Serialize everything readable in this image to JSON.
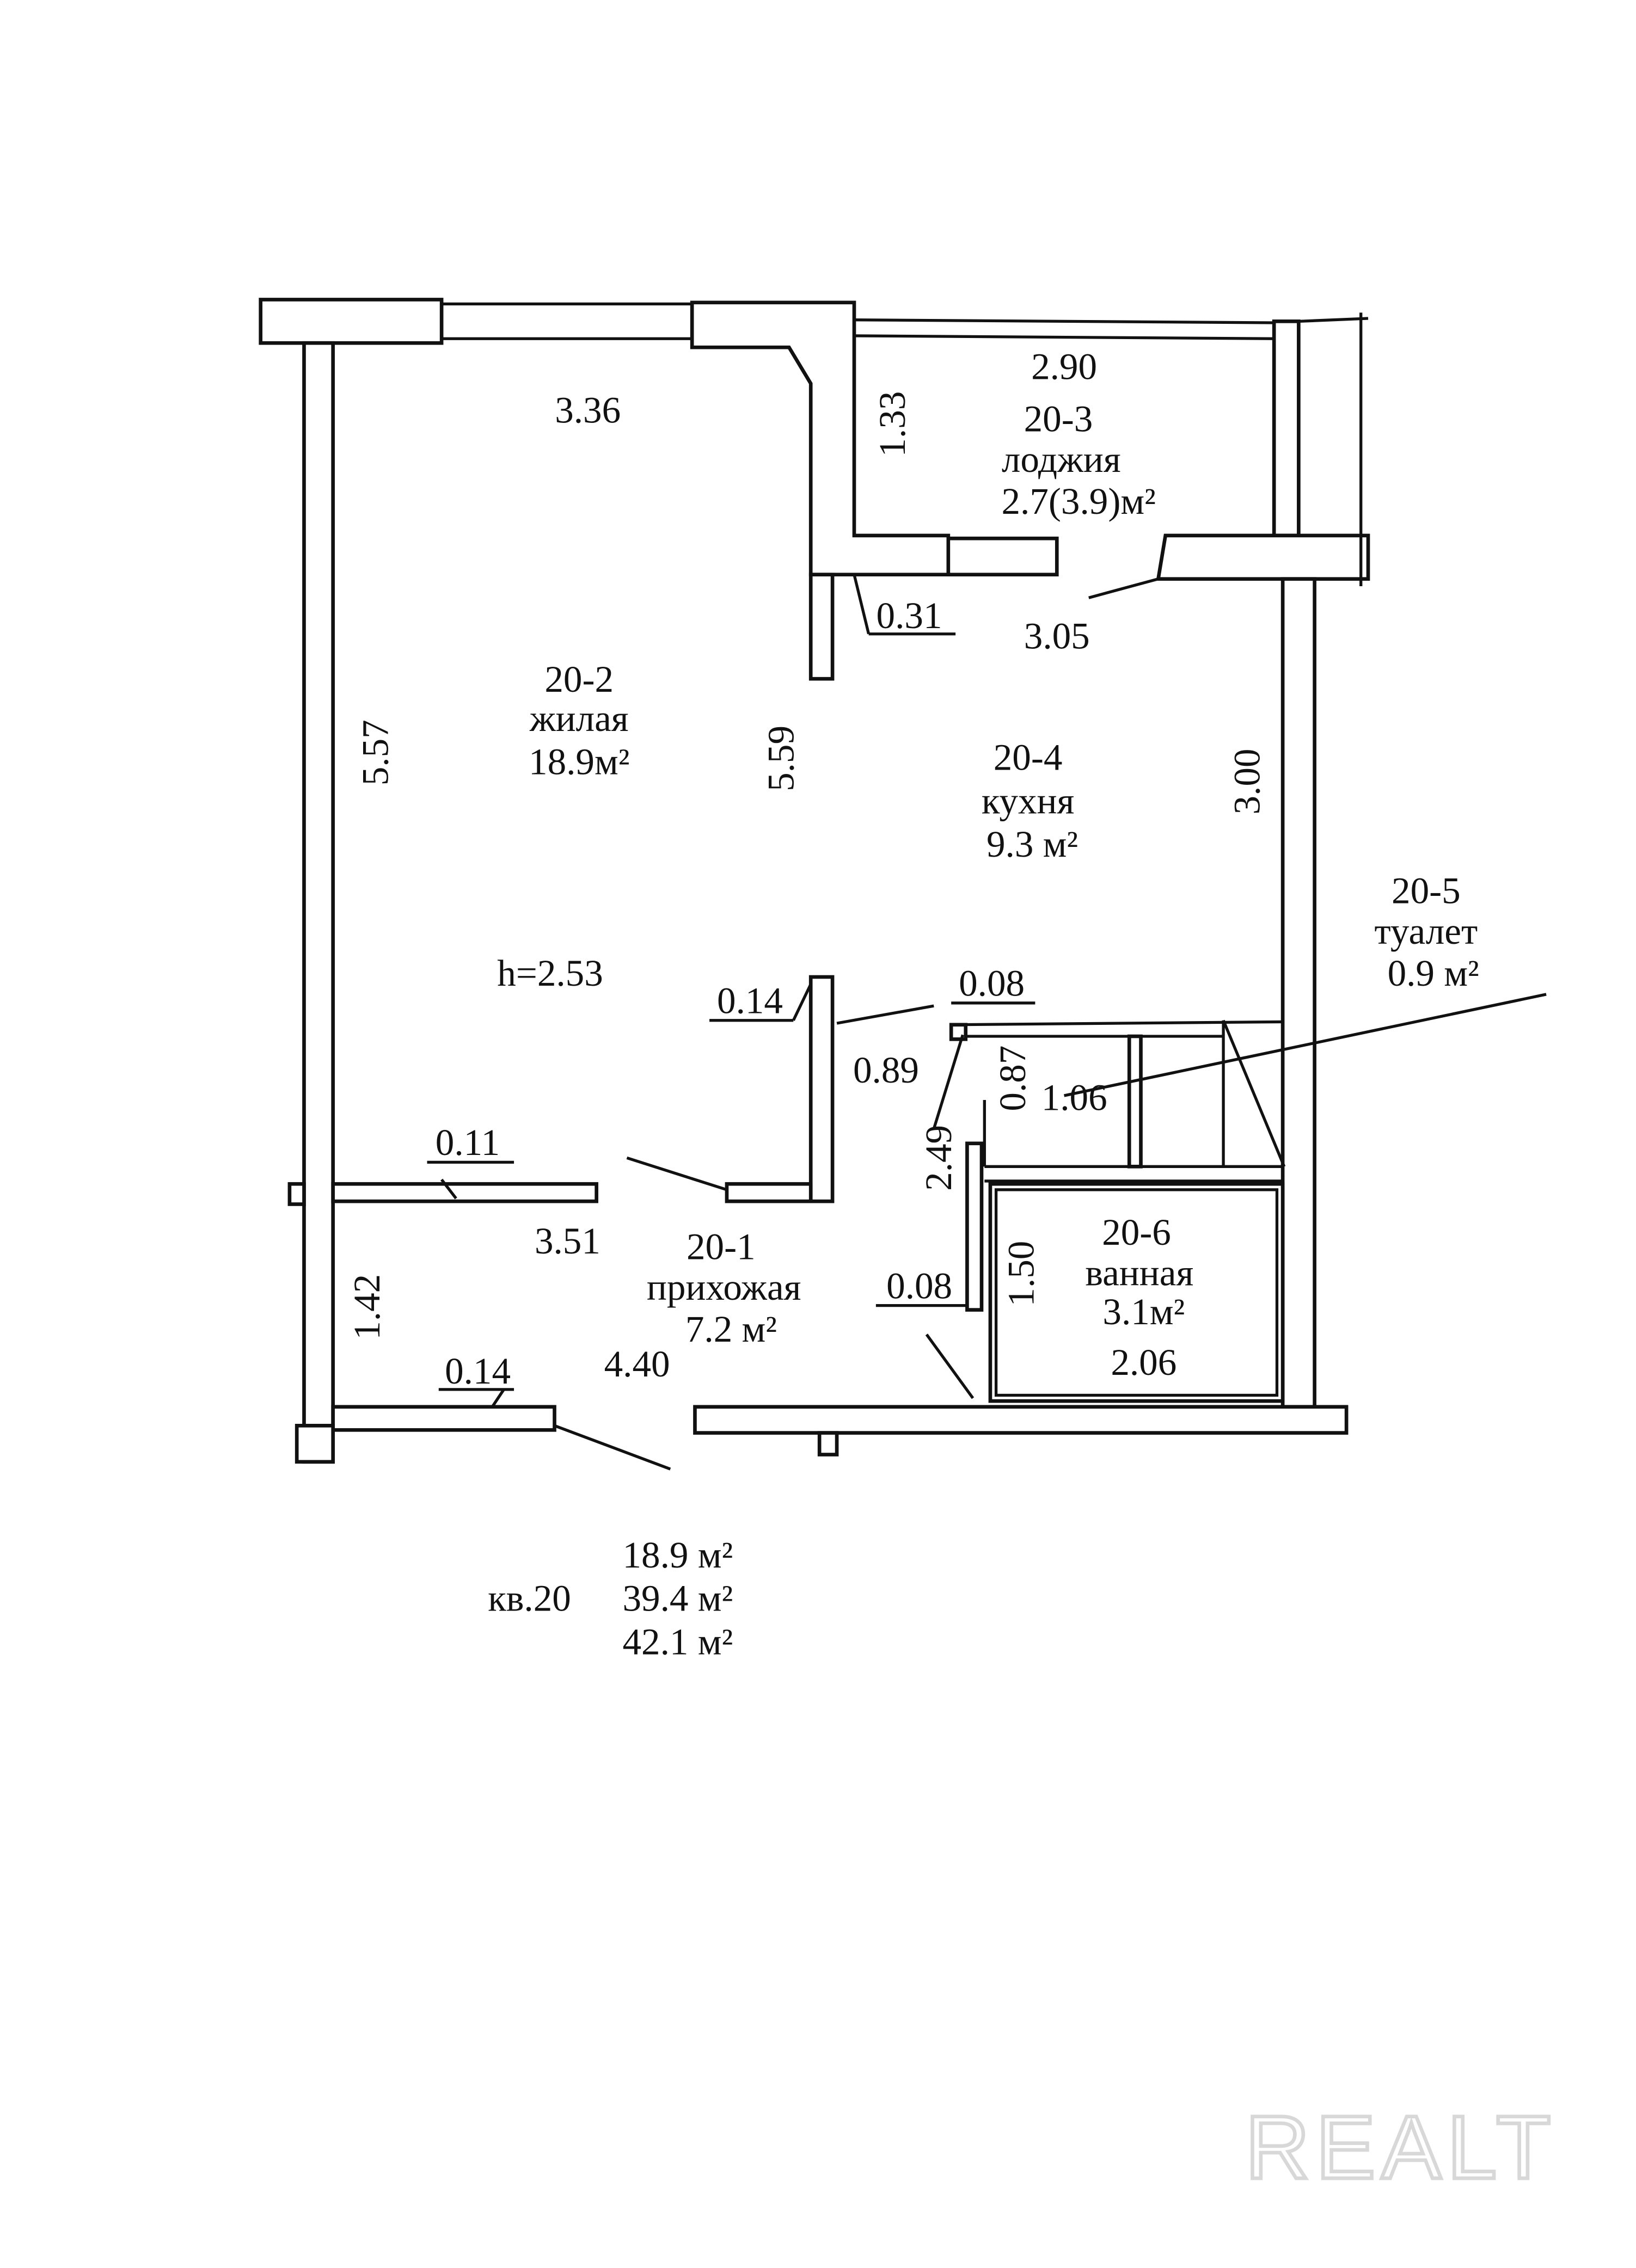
{
  "rooms": {
    "living": {
      "id": "20-2",
      "name": "жилая",
      "area": "18.9м²"
    },
    "loggia": {
      "id": "20-3",
      "name": "лоджия",
      "area": "2.7(3.9)м²"
    },
    "kitchen": {
      "id": "20-4",
      "name": "кухня",
      "area": "9.3 м²"
    },
    "toilet": {
      "id": "20-5",
      "name": "туалет",
      "area": "0.9 м²"
    },
    "hall": {
      "id": "20-1",
      "name": "прихожая",
      "area": "7.2 м²"
    },
    "bath": {
      "id": "20-6",
      "name": "ванная",
      "area": "3.1м²"
    }
  },
  "dimensions": {
    "d336": "3.36",
    "d290": "2.90",
    "d133": "1.33",
    "d031": "0.31",
    "d305": "3.05",
    "d557": "5.57",
    "d559": "5.59",
    "d300": "3.00",
    "h": "h=2.53",
    "d014a": "0.14",
    "d008a": "0.08",
    "d089": "0.89",
    "d087": "0.87",
    "d106": "1.06",
    "d011": "0.11",
    "d249": "2.49",
    "d351": "3.51",
    "d150": "1.50",
    "d008b": "0.08",
    "d142": "1.42",
    "d014b": "0.14",
    "d440": "4.40",
    "d206": "2.06"
  },
  "summary": {
    "apartment": "кв.20",
    "living_area": "18.9 м²",
    "total_area": "39.4 м²",
    "total_with_loggia": "42.1 м²"
  },
  "watermark": "REALT"
}
